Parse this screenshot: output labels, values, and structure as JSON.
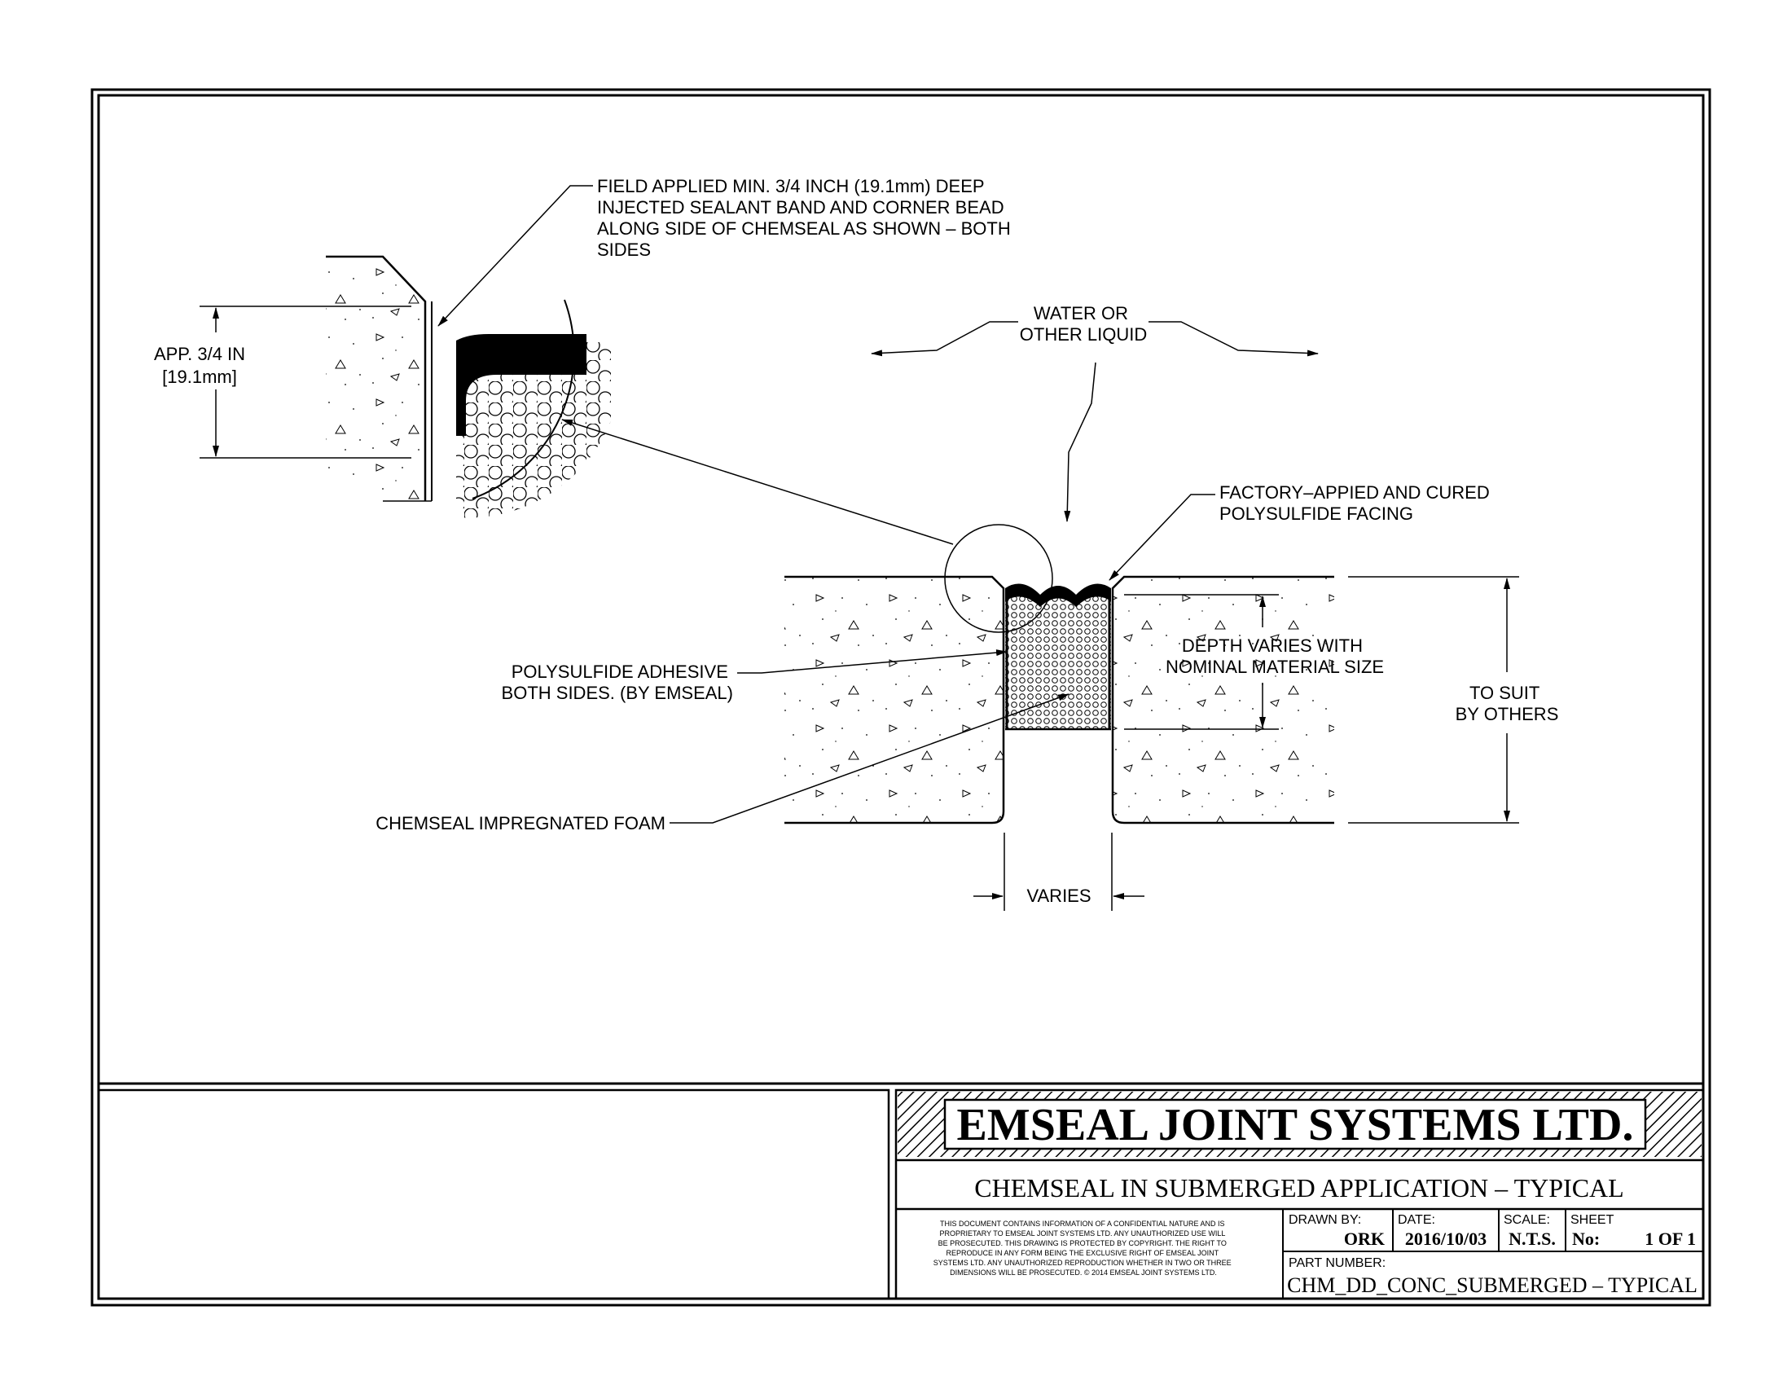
{
  "callouts": {
    "field_sealant": [
      "FIELD APPLIED MIN. 3/4 INCH (19.1mm) DEEP",
      "INJECTED SEALANT BAND AND CORNER BEAD",
      "ALONG SIDE OF CHEMSEAL AS SHOWN – BOTH",
      "SIDES"
    ],
    "app_dim": [
      "APP. 3/4 IN",
      "[19.1mm]"
    ],
    "water": [
      "WATER OR",
      "OTHER LIQUID"
    ],
    "facing": [
      "FACTORY–APPIED AND CURED",
      "POLYSULFIDE FACING"
    ],
    "adhesive": [
      "POLYSULFIDE ADHESIVE",
      "BOTH SIDES. (BY EMSEAL)"
    ],
    "depth": [
      "DEPTH VARIES WITH",
      "NOMINAL MATERIAL SIZE"
    ],
    "to_suit": [
      "TO SUIT",
      "BY OTHERS"
    ],
    "foam": "CHEMSEAL IMPREGNATED FOAM",
    "varies": "VARIES"
  },
  "title_block": {
    "company": "EMSEAL JOINT SYSTEMS LTD.",
    "title": "CHEMSEAL IN SUBMERGED APPLICATION – TYPICAL",
    "disclaimer": [
      "THIS DOCUMENT CONTAINS INFORMATION OF A CONFIDENTIAL NATURE AND IS",
      "PROPRIETARY TO EMSEAL JOINT SYSTEMS LTD. ANY UNAUTHORIZED USE WILL",
      "BE PROSECUTED. THIS DRAWING IS PROTECTED BY COPYRIGHT. THE RIGHT TO",
      "REPRODUCE IN ANY FORM BEING THE EXCLUSIVE RIGHT OF EMSEAL JOINT",
      "SYSTEMS LTD. ANY UNAUTHORIZED REPRODUCTION WHETHER IN TWO OR THREE",
      "DIMENSIONS WILL BE PROSECUTED. © 2014 EMSEAL JOINT SYSTEMS LTD."
    ],
    "drawn_by_label": "DRAWN BY:",
    "drawn_by": "ORK",
    "date_label": "DATE:",
    "date": "2016/10/03",
    "scale_label": "SCALE:",
    "scale": "N.T.S.",
    "sheet_label": "SHEET",
    "sheet_no_label": "No:",
    "sheet": "1 OF 1",
    "part_label": "PART NUMBER:",
    "part": "CHM_DD_CONC_SUBMERGED – TYPICAL"
  }
}
